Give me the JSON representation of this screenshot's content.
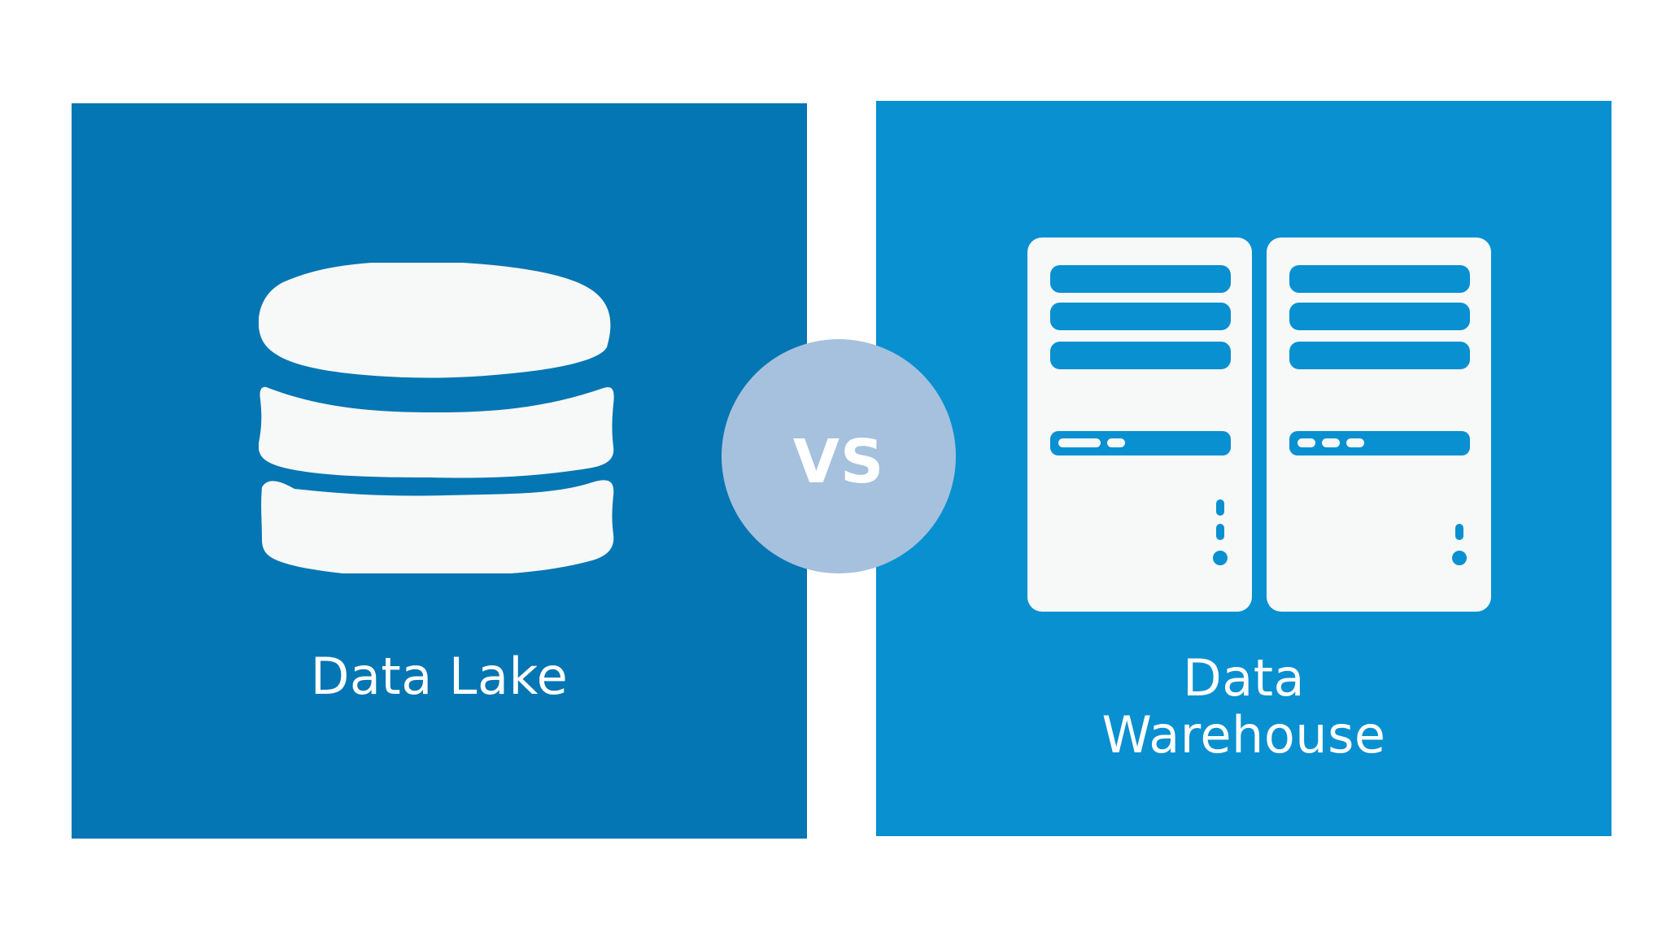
{
  "colors": {
    "left_panel": "#0476b3",
    "right_panel": "#0890d1",
    "vs_circle": "#a6c1de",
    "icon_fill": "#f7f8f8",
    "background": "#ffffff"
  },
  "left": {
    "label": "Data Lake",
    "icon": "database-icon"
  },
  "center": {
    "vs_label": "VS"
  },
  "right": {
    "label_line1": "Data",
    "label_line2": "Warehouse",
    "icon": "server-racks-icon"
  }
}
